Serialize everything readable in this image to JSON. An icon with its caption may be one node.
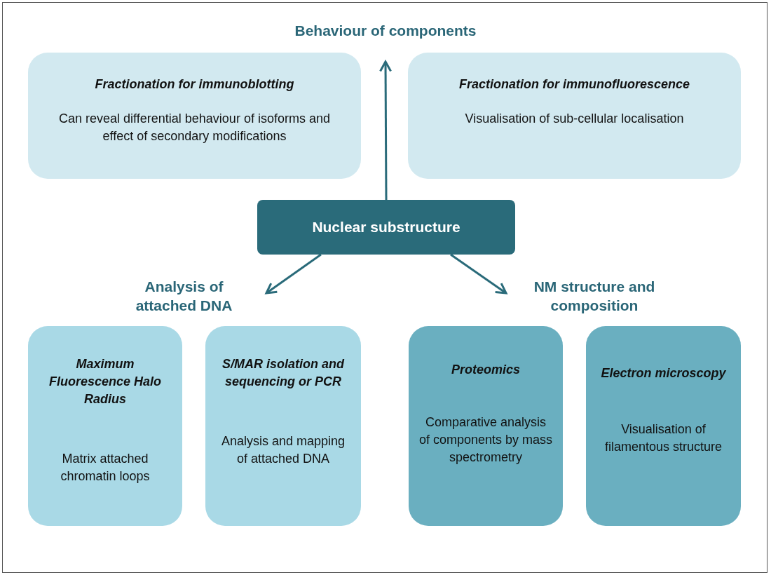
{
  "diagram": {
    "nodes": [
      {
        "text": [
          "Nuclear substructure"
        ]
      },
      {
        "text": [
          "Behaviour of components"
        ]
      },
      {
        "text": [
          "Fractionation for immunoblotting",
          "Can reveal differential behaviour of isoforms and effect of secondary modifications"
        ]
      },
      {
        "text": [
          "Fractionation for immunofluorescence",
          "Visualisation of sub-cellular localisation"
        ]
      },
      {
        "text": [
          "Analysis of attached DNA"
        ]
      },
      {
        "text": [
          "Maximum Fluorescence Halo Radius",
          "Matrix attached chromatin loops"
        ]
      },
      {
        "text": [
          "S/MAR isolation and sequencing or PCR",
          "Analysis and mapping of attached DNA"
        ]
      },
      {
        "text": [
          "NM structure and composition"
        ]
      },
      {
        "text": [
          "Proteomics",
          "Comparative analysis of components by mass spectrometry"
        ]
      },
      {
        "text": [
          "Electron microscopy",
          "Visualisation of filamentous structure"
        ]
      }
    ],
    "edges": [
      {
        "from": 0,
        "to": 1,
        "arrow": "to"
      },
      {
        "from": 0,
        "to": 4,
        "arrow": "to"
      },
      {
        "from": 0,
        "to": 7,
        "arrow": "to"
      }
    ]
  }
}
